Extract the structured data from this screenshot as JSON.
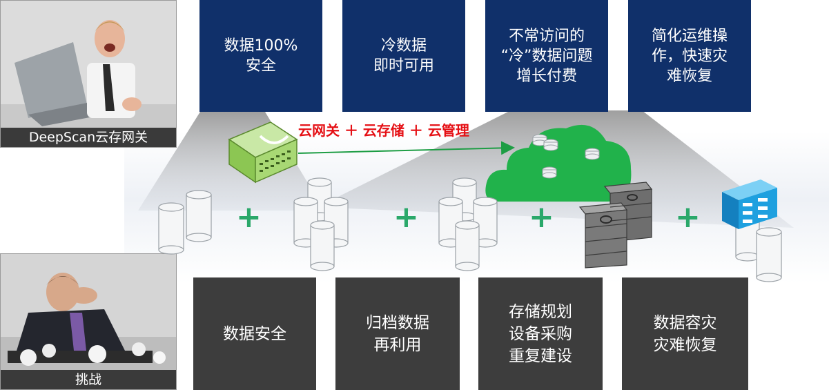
{
  "colors": {
    "blue_box": "#10306a",
    "gray_box": "#3d3d3d",
    "plus_green": "#2aa86a",
    "cloud_green": "#21b24b",
    "label_red": "#e50f14",
    "building_blue": "#1ea0df"
  },
  "photos": {
    "top_caption": "DeepScan云存网关",
    "bottom_caption": "挑战"
  },
  "benefits": [
    "数据100%\n安全",
    "冷数据\n即时可用",
    "不常访问的\n“冷”数据问题\n增长付费",
    "简化运维操\n作，快速灾\n难恢复"
  ],
  "challenges": [
    "数据安全",
    "归档数据\n再利用",
    "存储规划\n设备采购\n重复建设",
    "数据容灾\n灾难恢复"
  ],
  "gateway_label": "云网关 ＋ 云存储 ＋ 云管理",
  "plus_sign": "+",
  "icons": [
    "gateway-appliance-icon",
    "cloud-storage-icon",
    "database-stack-icon",
    "server-rack-icon",
    "building-icon"
  ]
}
